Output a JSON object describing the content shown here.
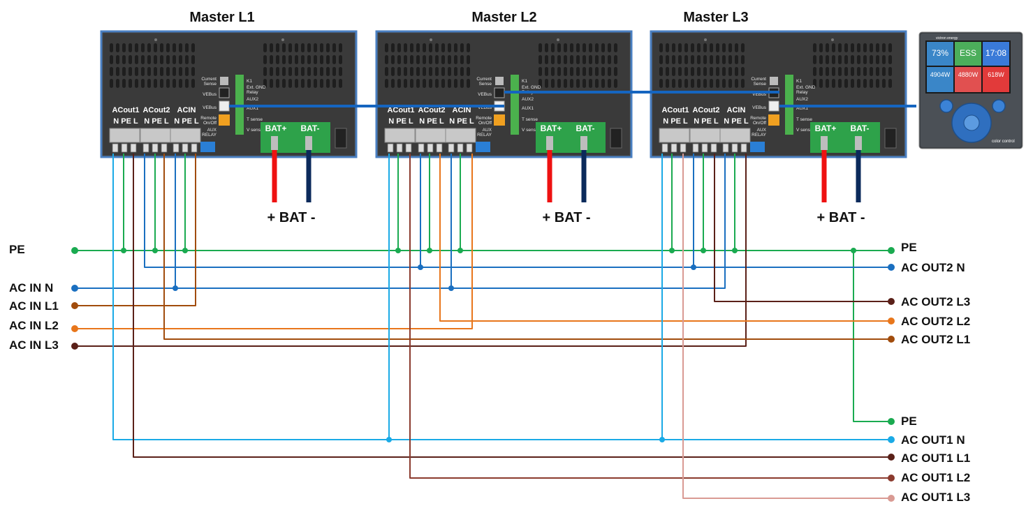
{
  "units": [
    {
      "title": "Master L1"
    },
    {
      "title": "Master L2"
    },
    {
      "title": "Master L3"
    }
  ],
  "unit_labels": {
    "acout1": "ACout1",
    "acout2": "ACout2",
    "acin": "ACIN",
    "npel": "N PE L",
    "current_sense": [
      "Current",
      "Sense"
    ],
    "vebus": "VEBus",
    "remote": [
      "Remote",
      "On/Off"
    ],
    "aux_relay": [
      "AUX",
      "RELAY"
    ],
    "k1": "K1",
    "ext_gnd_relay": [
      "Ext. GND",
      "Relay"
    ],
    "aux2": "AUX2",
    "aux1": "AUX1",
    "tsense": "T sense",
    "vsense": "V sense",
    "bat_plus": "BAT+",
    "bat_minus": "BAT-",
    "battery": "+ BAT -"
  },
  "gx": {
    "brand": "victron energy",
    "tiles": [
      "73%",
      "ESS",
      "17:08",
      "4904W",
      "4880W",
      "618W"
    ],
    "footer": "color control"
  },
  "left_labels": [
    "PE",
    "AC IN N",
    "AC IN L1",
    "AC IN L2",
    "AC IN L3"
  ],
  "right_labels": [
    "PE",
    "AC OUT2 N",
    "AC OUT2 L3",
    "AC OUT2 L2",
    "AC OUT2 L1",
    "PE",
    "AC OUT1 N",
    "AC OUT1 L1",
    "AC OUT1 L2",
    "AC OUT1 L3"
  ],
  "colors": {
    "pe": "#1aaa50",
    "neutral_in": "#1a6fc0",
    "neutral_out1": "#1aaae6",
    "l1": "#a14c0c",
    "l2": "#e8761b",
    "l3": "#5a2018",
    "out1_l1": "#5a2018",
    "out1_l2": "#8b3a2e",
    "out1_l3": "#d99a93",
    "vebus_cable": "#1565c0",
    "bat_pos": "#ee1111",
    "bat_neg": "#0b2a5b",
    "unit_border": "#4a7fc1",
    "unit_body": "#404040"
  }
}
